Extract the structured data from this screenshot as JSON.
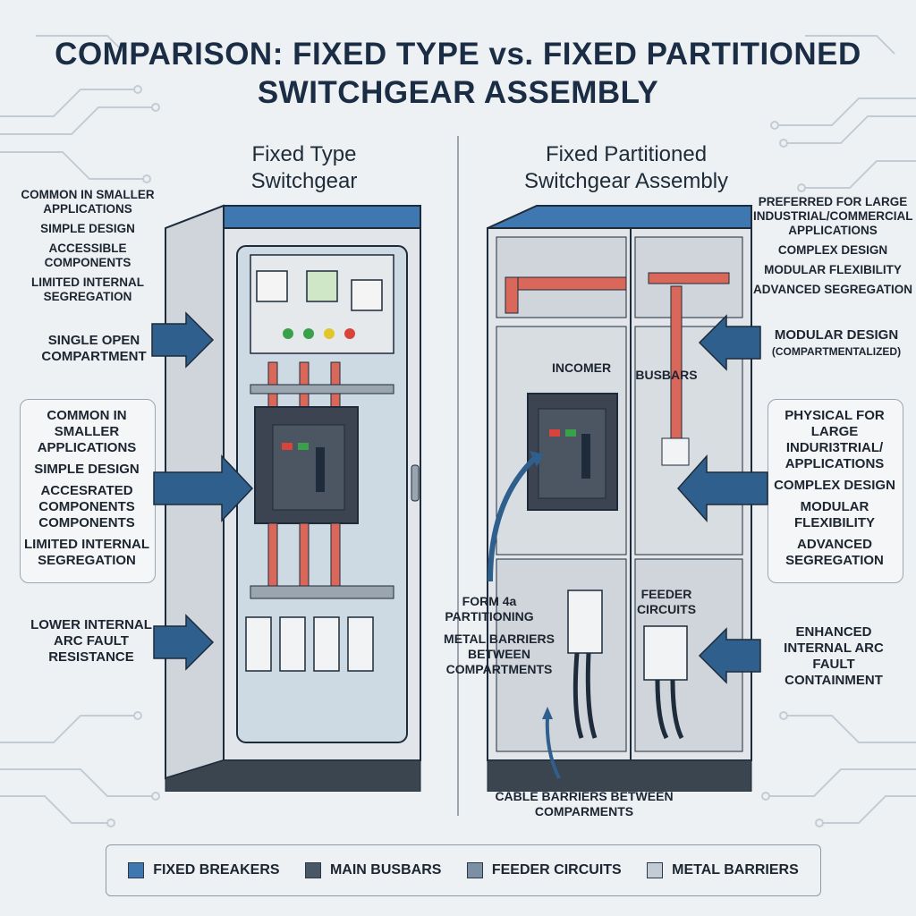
{
  "title": {
    "line1": "COMPARISON: FIXED TYPE vs. FIXED PARTITIONED",
    "line2": "SWITCHGEAR ASSEMBLY"
  },
  "left": {
    "heading_line1": "Fixed Type",
    "heading_line2": "Switchgear",
    "top_notes": [
      "COMMON IN SMALLER APPLICATIONS",
      "SIMPLE DESIGN",
      "ACCESSIBLE COMPONENTS",
      "LIMITED INTERNAL SEGREGATION"
    ],
    "single_open": "SINGLE OPEN COMPARTMENT",
    "box_notes": [
      "COMMON IN SMALLER APPLICATIONS",
      "SIMPLE DESIGN",
      "ACCESRATED COMPONENTS COMPONENTS",
      "LIMITED INTERNAL SEGREGATION"
    ],
    "arc": "LOWER INTERNAL ARC FAULT RESISTANCE"
  },
  "right": {
    "heading_line1": "Fixed Partitioned",
    "heading_line2": "Switchgear Assembly",
    "top_notes": [
      "PREFERRED FOR LARGE INDUSTRIAL/COMMERCIAL APPLICATIONS",
      "COMPLEX DESIGN",
      "MODULAR FLEXIBILITY",
      "ADVANCED SEGREGATION"
    ],
    "modular": "MODULAR DESIGN",
    "modular_sub": "(COMPARTMENTALIZED)",
    "box_notes": [
      "PHYSICAL FOR LARGE INDURI3TRIAL/ APPLICATIONS",
      "COMPLEX DESIGN",
      "MODULAR FLEXIBILITY",
      "ADVANCED SEGREGATION"
    ],
    "arc": "ENHANCED INTERNAL ARC FAULT CONTAINMENT"
  },
  "cabinet_labels": {
    "incomer": "INCOMER",
    "busbars": "BUSBARS",
    "feeder": "FEEDER CIRCUITS",
    "form4a": "FORM 4a PARTITIONING",
    "metal_barriers": "METAL BARRIERS BETWEEN COMPARTMENTS",
    "cable_barriers": "CABLE BARRIERS BETWEEN COMPARMENTS"
  },
  "legend": [
    {
      "label": "FIXED BREAKERS",
      "color": "#3f78b0"
    },
    {
      "label": "MAIN BUSBARS",
      "color": "#4a5866"
    },
    {
      "label": "FEEDER CIRCUITS",
      "color": "#7c8fa3"
    },
    {
      "label": "METAL BARRIERS",
      "color": "#c3cbd4"
    }
  ],
  "colors": {
    "cabinet_body": "#e2e6ea",
    "cabinet_top": "#3f78b0",
    "busbar": "#d9685a",
    "arrow": "#2f5f8c",
    "plinth": "#3b4550"
  }
}
